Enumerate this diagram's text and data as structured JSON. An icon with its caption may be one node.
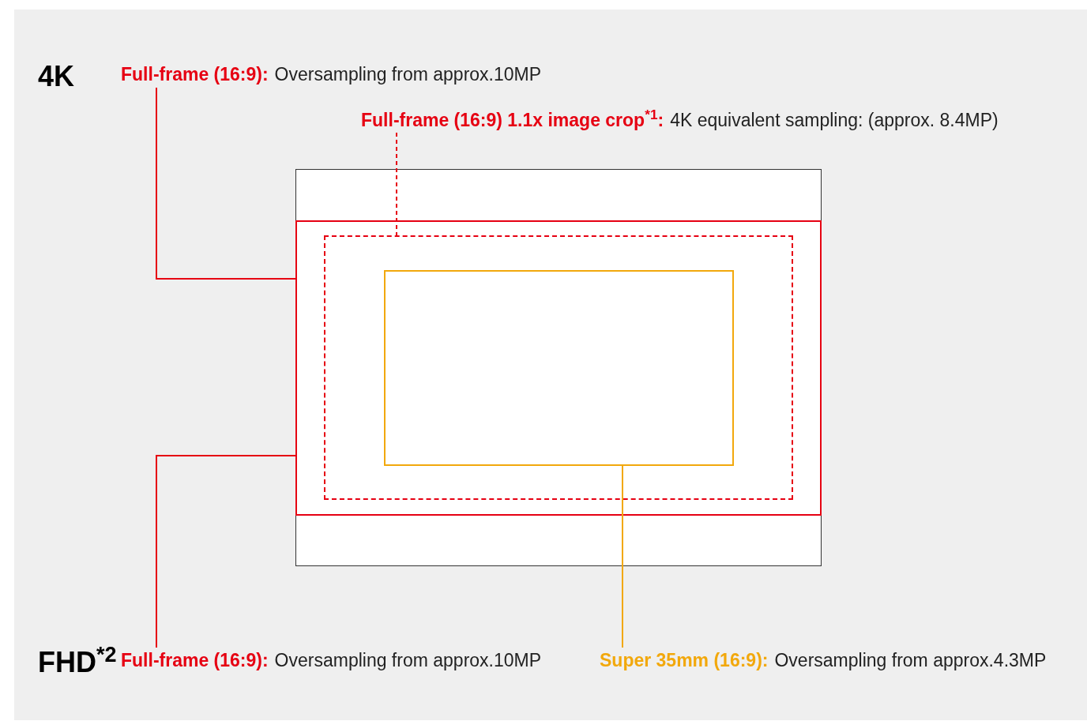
{
  "diagram": {
    "nodes": [
      {
        "text": [],
        "shape": "box"
      },
      {
        "text": [],
        "shape": "box",
        "in": 0
      },
      {
        "text": [],
        "shape": "box",
        "in": 1
      },
      {
        "text": [],
        "shape": "box",
        "in": 2
      },
      {
        "text": [
          "Full-frame (16:9):",
          "Oversampling from approx.10MP"
        ]
      },
      {
        "text": [
          "Full-frame (16:9) 1.1x image crop$^{*1}$:",
          "4K equivalent sampling: (approx. 8.4MP)"
        ]
      },
      {
        "text": [
          "Full-frame (16:9):",
          "Oversampling from approx.10MP"
        ]
      },
      {
        "text": [
          "Super 35mm (16:9):",
          "Oversampling from approx.4.3MP"
        ]
      }
    ],
    "edges": [
      {
        "from": 4,
        "to": 1,
        "arrow": "none",
        "color": "#e60012"
      },
      {
        "from": 5,
        "to": 2,
        "arrow": "none",
        "style": "dashed",
        "color": "#e60012"
      },
      {
        "from": 6,
        "to": 1,
        "arrow": "none",
        "color": "#e60012"
      },
      {
        "from": 7,
        "to": 3,
        "arrow": "none",
        "color": "#f2a80c"
      }
    ],
    "labels": [
      "4K",
      "FHD$^{*2}$"
    ]
  }
}
